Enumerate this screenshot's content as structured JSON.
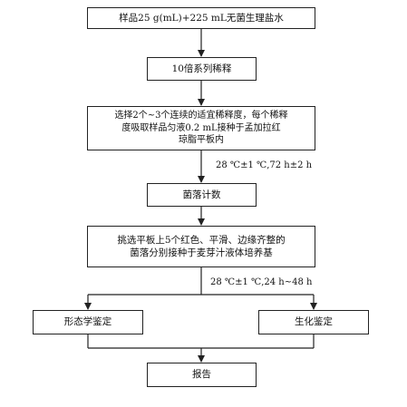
{
  "flowchart": {
    "step1": "样品25 g(mL)+225 mL无菌生理盐水",
    "step2": "10倍系列稀释",
    "step3": "选择2个~3个连续的适宜稀释度，每个稀释\n度吸取样品匀液0.2 mL接种于孟加拉红\n琼脂平板内",
    "cond1": "28 ℃±1 ℃,72 h±2 h",
    "step4": "菌落计数",
    "step5": "挑选平板上5个红色、平滑、边缘齐整的\n菌落分别接种于麦芽汁液体培养基",
    "cond2": "28 ℃±1 ℃,24 h~48 h",
    "step6_left": "形态学鉴定",
    "step6_right": "生化鉴定",
    "step7": "报告"
  }
}
